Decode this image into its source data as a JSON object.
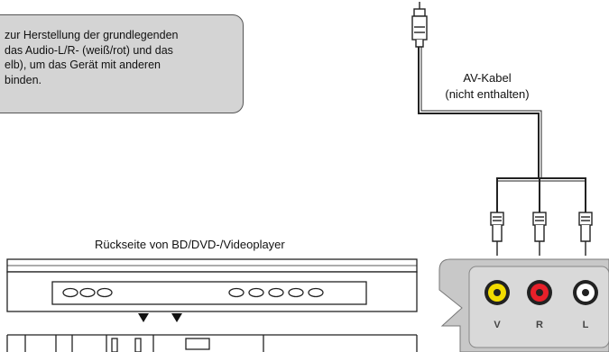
{
  "callout": {
    "lines": [
      "zur Herstellung der grundlegenden",
      "das Audio-L/R- (weiß/rot) und das",
      "elb), um das Gerät mit anderen",
      "binden."
    ]
  },
  "cable": {
    "label_line1": "AV-Kabel",
    "label_line2": "(nicht enthalten)"
  },
  "player": {
    "label": "Rückseite von BD/DVD-/Videoplayer"
  },
  "jacks": [
    {
      "letter": "V",
      "color": "#f2dc00"
    },
    {
      "letter": "R",
      "color": "#e8202a"
    },
    {
      "letter": "L",
      "color": "#ffffff"
    }
  ]
}
